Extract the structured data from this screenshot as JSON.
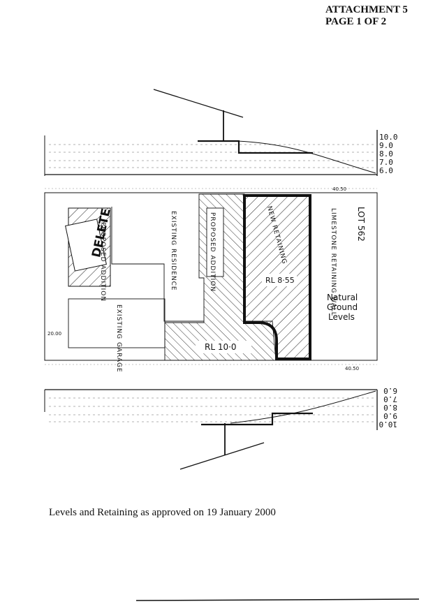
{
  "header": {
    "line1": "ATTACHMENT 5",
    "line2": "PAGE 1 OF 2"
  },
  "caption": "Levels and Retaining as approved on 19 January 2000",
  "plan": {
    "lot_label": "LOT 562",
    "existing_residence": "EXISTING RESIDENCE",
    "existing_garage": "EXISTING GARAGE",
    "proposed_addition_left": "PROPOSED ADDITION",
    "proposed_addition_mid": "PROPOSED ADDITION",
    "delete_stamp": "DELETE",
    "rl_850": "RL 8·55",
    "rl_100": "RL 10·0",
    "limestone_wall": "LIMESTONE RETAINING WALL",
    "natural_ground_1": "Natural",
    "natural_ground_2": "Ground",
    "natural_ground_3": "Levels",
    "dim_top": "40.50",
    "dim_bottom": "40.50",
    "dim_left": "20.00",
    "new_retaining": "NEW RETAINING"
  },
  "top_section": {
    "scale": [
      "10.0",
      "9.0",
      "8.0",
      "7.0",
      "6.0"
    ]
  },
  "bottom_section": {
    "scale": [
      "10.0",
      "9.0",
      "8.0",
      "7.0",
      "6.0"
    ]
  }
}
